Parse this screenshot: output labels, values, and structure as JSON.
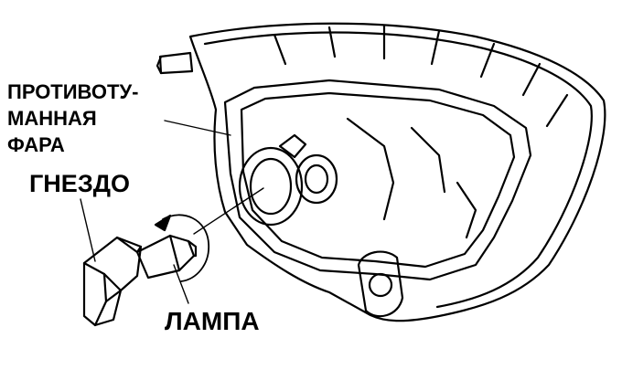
{
  "labels": {
    "fog_lamp_line1": "ПРОТИВОТУ-",
    "fog_lamp_line2": "МАННАЯ",
    "fog_lamp_line3": "ФАРА",
    "socket": "ГНЕЗДО",
    "lamp": "ЛАМПА"
  },
  "colors": {
    "ink": "#000000",
    "paper": "#ffffff"
  }
}
